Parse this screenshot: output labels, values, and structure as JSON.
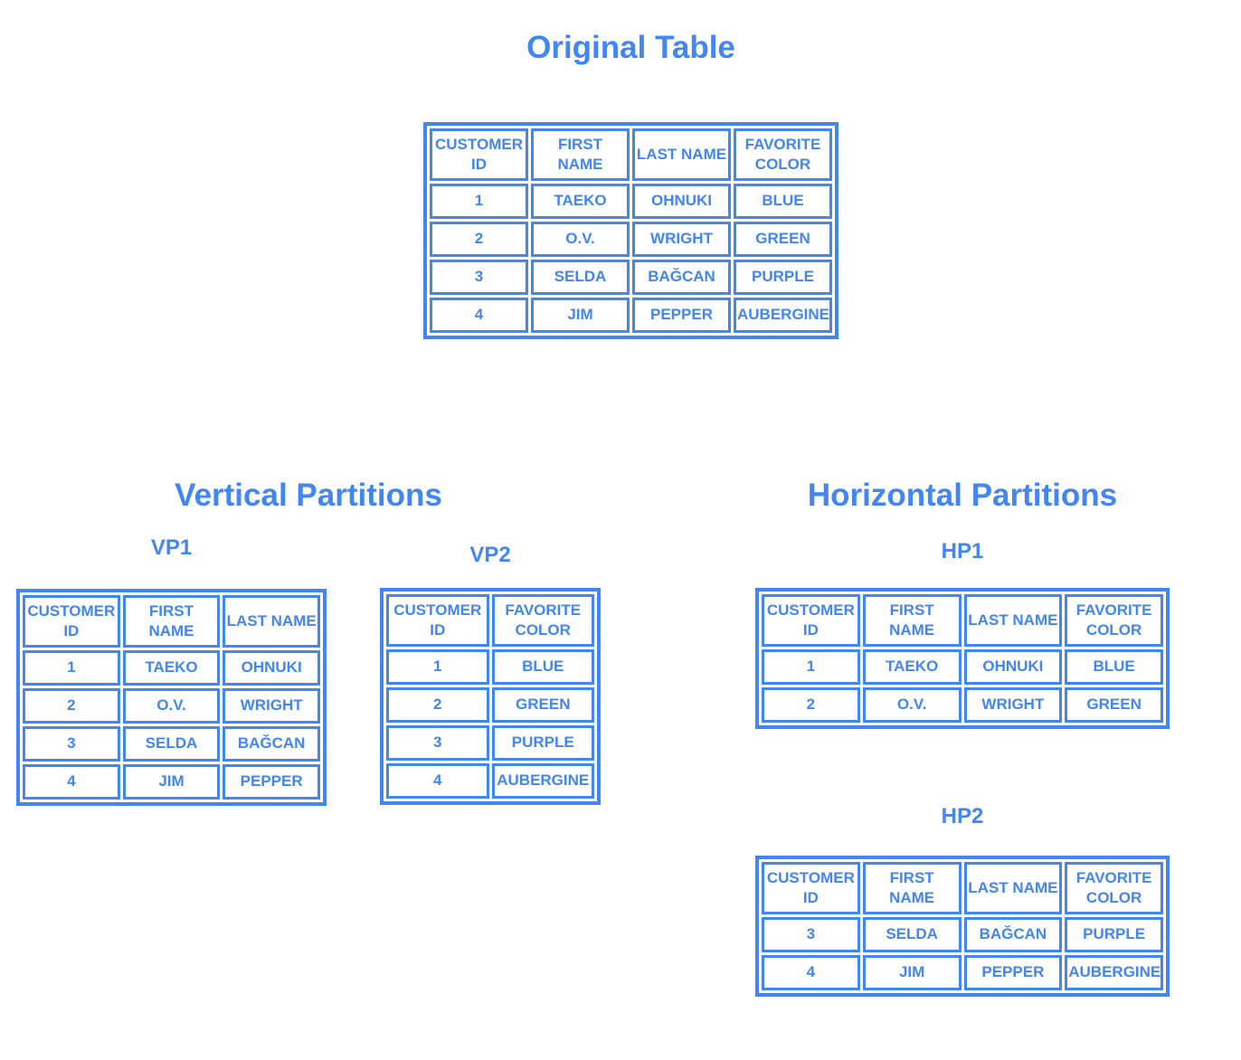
{
  "colors": {
    "accent": "#4285F4",
    "background": "#ffffff"
  },
  "original_section": {
    "title": "Original Table",
    "table": {
      "headers": [
        "CUSTOMER ID",
        "FIRST NAME",
        "LAST NAME",
        "FAVORITE COLOR"
      ],
      "rows": [
        [
          "1",
          "TAEKO",
          "OHNUKI",
          "BLUE"
        ],
        [
          "2",
          "O.V.",
          "WRIGHT",
          "GREEN"
        ],
        [
          "3",
          "SELDA",
          "BAĞCAN",
          "PURPLE"
        ],
        [
          "4",
          "JIM",
          "PEPPER",
          "AUBERGINE"
        ]
      ]
    }
  },
  "vertical_section": {
    "title": "Vertical Partitions",
    "vp1": {
      "label": "VP1",
      "table": {
        "headers": [
          "CUSTOMER ID",
          "FIRST NAME",
          "LAST NAME"
        ],
        "rows": [
          [
            "1",
            "TAEKO",
            "OHNUKI"
          ],
          [
            "2",
            "O.V.",
            "WRIGHT"
          ],
          [
            "3",
            "SELDA",
            "BAĞCAN"
          ],
          [
            "4",
            "JIM",
            "PEPPER"
          ]
        ]
      }
    },
    "vp2": {
      "label": "VP2",
      "table": {
        "headers": [
          "CUSTOMER ID",
          "FAVORITE COLOR"
        ],
        "rows": [
          [
            "1",
            "BLUE"
          ],
          [
            "2",
            "GREEN"
          ],
          [
            "3",
            "PURPLE"
          ],
          [
            "4",
            "AUBERGINE"
          ]
        ]
      }
    }
  },
  "horizontal_section": {
    "title": "Horizontal Partitions",
    "hp1": {
      "label": "HP1",
      "table": {
        "headers": [
          "CUSTOMER ID",
          "FIRST NAME",
          "LAST NAME",
          "FAVORITE COLOR"
        ],
        "rows": [
          [
            "1",
            "TAEKO",
            "OHNUKI",
            "BLUE"
          ],
          [
            "2",
            "O.V.",
            "WRIGHT",
            "GREEN"
          ]
        ]
      }
    },
    "hp2": {
      "label": "HP2",
      "table": {
        "headers": [
          "CUSTOMER ID",
          "FIRST NAME",
          "LAST NAME",
          "FAVORITE COLOR"
        ],
        "rows": [
          [
            "3",
            "SELDA",
            "BAĞCAN",
            "PURPLE"
          ],
          [
            "4",
            "JIM",
            "PEPPER",
            "AUBERGINE"
          ]
        ]
      }
    }
  }
}
